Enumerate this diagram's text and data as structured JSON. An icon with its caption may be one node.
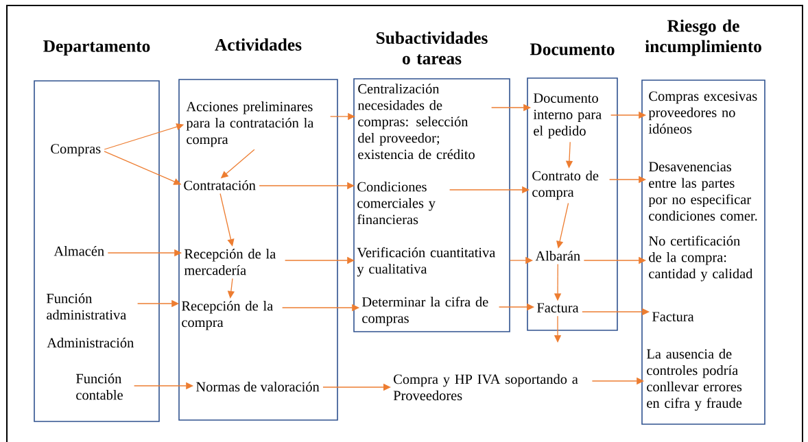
{
  "diagram": {
    "nodes": [
      {
        "text": [
          "Departamento"
        ]
      },
      {
        "text": [
          "Actividades"
        ]
      },
      {
        "text": [
          "Subactividades o tareas"
        ]
      },
      {
        "text": [
          "Documento"
        ]
      },
      {
        "text": [
          "Riesgo de incumplimiento"
        ]
      },
      {
        "text": [
          "Compras"
        ],
        "in": 0
      },
      {
        "text": [
          "Almacén"
        ],
        "in": 0
      },
      {
        "text": [
          "Función administrativa"
        ],
        "in": 0
      },
      {
        "text": [
          "Función contable"
        ],
        "in": 0
      },
      {
        "text": [
          "Acciones preliminares para la contratación la compra"
        ],
        "in": 1
      },
      {
        "text": [
          "Contratación"
        ],
        "in": 1
      },
      {
        "text": [
          "Recepción de la mercadería"
        ],
        "in": 1
      },
      {
        "text": [
          "Recepción de la compra"
        ],
        "in": 1
      },
      {
        "text": [
          "Normas de valoración"
        ],
        "in": 1
      },
      {
        "text": [
          "Centralización necesidades de compras: selección del proveedor; existencia de crédito"
        ],
        "in": 2
      },
      {
        "text": [
          "Condiciones comerciales y financieras"
        ],
        "in": 2
      },
      {
        "text": [
          "Verificación cuantitativa y cualitativa"
        ],
        "in": 2
      },
      {
        "text": [
          "Determinar la cifra de compras"
        ],
        "in": 2
      },
      {
        "text": [
          "Documento interno para el pedido"
        ],
        "in": 3
      },
      {
        "text": [
          "Contrato de compra"
        ],
        "in": 3
      },
      {
        "text": [
          "Albarán"
        ],
        "in": 3
      },
      {
        "text": [
          "Factura"
        ],
        "in": 3
      },
      {
        "text": [
          "Compras excesivas proveedores no idóneos"
        ],
        "in": 4
      },
      {
        "text": [
          "Desavenencias entre las partes por no especificar condiciones comer."
        ],
        "in": 4
      },
      {
        "text": [
          "No certificación de la compra: cantidad y calidad"
        ],
        "in": 4
      },
      {
        "text": [
          "Factura"
        ],
        "in": 4
      },
      {
        "text": [
          "La ausencia de controles podría conllevar errores en cifra y fraude"
        ],
        "in": 4
      },
      {
        "text": [
          "Compra y HP IVA soportando a Proveedores"
        ]
      }
    ],
    "edges": [
      {
        "from": 5,
        "to": 9,
        "arrow": "to"
      },
      {
        "from": 5,
        "to": 10,
        "arrow": "to"
      },
      {
        "from": 6,
        "to": 11,
        "arrow": "to"
      },
      {
        "from": 7,
        "to": 12,
        "arrow": "to"
      },
      {
        "from": 8,
        "to": 13,
        "arrow": "to"
      },
      {
        "from": 9,
        "to": 10,
        "arrow": "to"
      },
      {
        "from": 10,
        "to": 11,
        "arrow": "to"
      },
      {
        "from": 11,
        "to": 12,
        "arrow": "to"
      },
      {
        "from": 9,
        "to": 14,
        "arrow": "to"
      },
      {
        "from": 10,
        "to": 15,
        "arrow": "to"
      },
      {
        "from": 11,
        "to": 16,
        "arrow": "to"
      },
      {
        "from": 12,
        "to": 17,
        "arrow": "to"
      },
      {
        "from": 14,
        "to": 18,
        "arrow": "to"
      },
      {
        "from": 15,
        "to": 19,
        "arrow": "to"
      },
      {
        "from": 16,
        "to": 20,
        "arrow": "to"
      },
      {
        "from": 17,
        "to": 21,
        "arrow": "to"
      },
      {
        "from": 18,
        "to": 19,
        "arrow": "to"
      },
      {
        "from": 19,
        "to": 20,
        "arrow": "to"
      },
      {
        "from": 20,
        "to": 21,
        "arrow": "to"
      },
      {
        "from": 21,
        "to": null,
        "arrow": "to"
      },
      {
        "from": 18,
        "to": 22,
        "arrow": "to"
      },
      {
        "from": 19,
        "to": 23,
        "arrow": "to"
      },
      {
        "from": 20,
        "to": 24,
        "arrow": "to"
      },
      {
        "from": 21,
        "to": 25,
        "arrow": "to"
      },
      {
        "from": 13,
        "to": 27,
        "arrow": "to"
      },
      {
        "from": 27,
        "to": 26,
        "arrow": "to"
      }
    ],
    "labels": [
      "Administración"
    ]
  }
}
